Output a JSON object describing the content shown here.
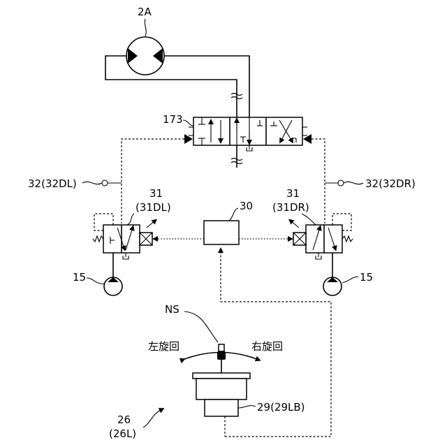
{
  "labels": {
    "motor": "2A",
    "directional_valve": "173",
    "sensor_left": "32(32DL)",
    "sensor_right": "32(32DR)",
    "prop_valve_left_num": "31",
    "prop_valve_left_sub": "(31DL)",
    "prop_valve_right_num": "31",
    "prop_valve_right_sub": "(31DR)",
    "controller": "30",
    "pump_left": "15",
    "pump_right": "15",
    "neutral": "NS",
    "turn_left": "左旋回",
    "turn_right": "右旋回",
    "lever_sensor": "29(29LB)",
    "device_num": "26",
    "device_sub": "(26L)"
  }
}
